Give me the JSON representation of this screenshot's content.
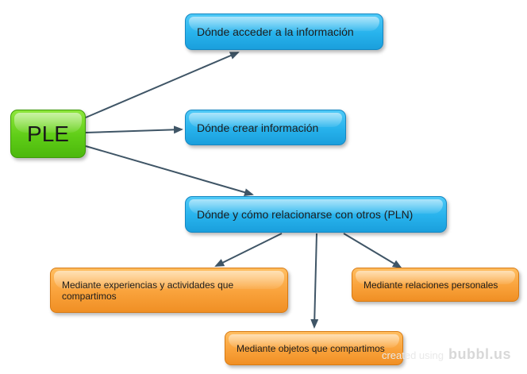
{
  "diagram": {
    "root": {
      "label": "PLE"
    },
    "branches": [
      {
        "label": "Dónde acceder a la información"
      },
      {
        "label": "Dónde crear información"
      },
      {
        "label": "Dónde y cómo relacionarse con otros (PLN)"
      }
    ],
    "sub_branches": [
      {
        "label": "Mediante experiencias y actividades que compartimos"
      },
      {
        "label": "Mediante relaciones personales"
      },
      {
        "label": "Mediante objetos que compartimos"
      }
    ]
  },
  "watermark": {
    "prefix": "created using",
    "brand": "bubbl.us"
  },
  "colors": {
    "root": "#5fcd17",
    "branch": "#27b2ec",
    "sub_branch": "#f9a23b",
    "edge": "#3f5566"
  }
}
